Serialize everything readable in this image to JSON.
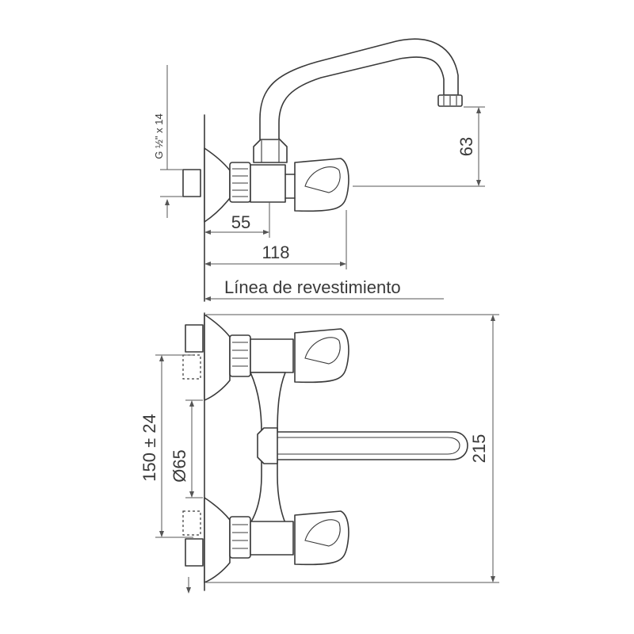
{
  "diagram": {
    "labels": {
      "thread_spec": "G ½\" x 14",
      "dim_spout_height": "63",
      "dim_inner": "55",
      "dim_depth": "118",
      "wall_line": "Línea de revestimiento",
      "dim_center": "150 ± 24",
      "dim_escutcheon": "Ø65",
      "dim_total_height": "215"
    }
  }
}
